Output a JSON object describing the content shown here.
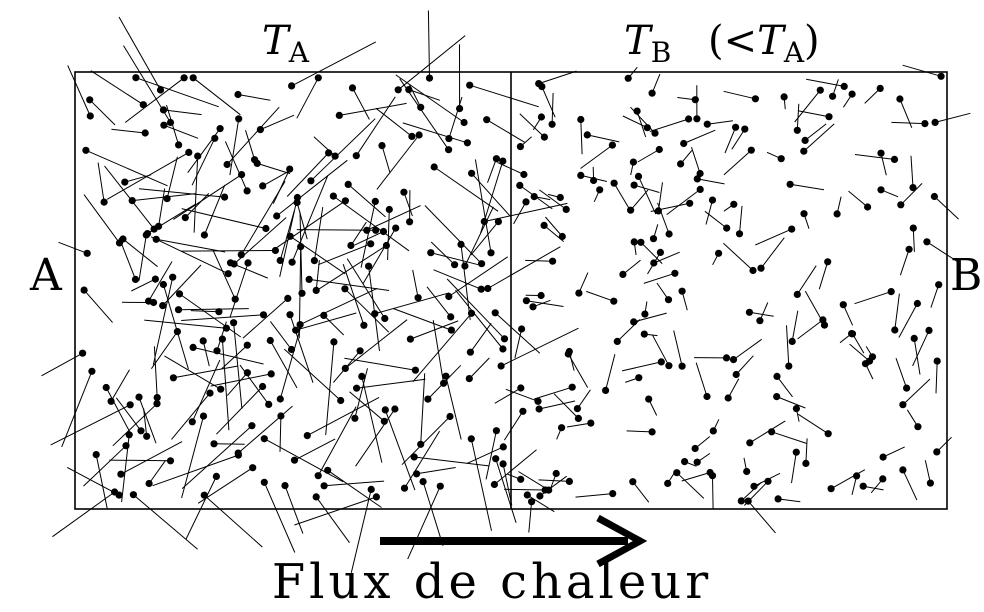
{
  "labels": {
    "t_a_main": "T",
    "t_a_sub": "A",
    "t_b_main": "T",
    "t_b_sub": "B",
    "t_b_condition_open": "(<",
    "t_b_condition_t": "T",
    "t_b_condition_sub": "A",
    "t_b_condition_close": ")",
    "side_a": "A",
    "side_b": "B",
    "caption": "Flux de chaleur"
  },
  "colors": {
    "ink": "#000000",
    "background": "#ffffff"
  },
  "left_region": {
    "name": "hot-side",
    "molecule_count": 230,
    "tail_length": "long"
  },
  "right_region": {
    "name": "cold-side",
    "molecule_count": 190,
    "tail_length": "short"
  },
  "arrow": {
    "direction": "right"
  }
}
